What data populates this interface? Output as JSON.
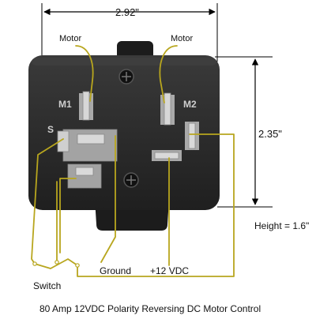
{
  "caption": "80 Amp 12VDC Polarity Reversing DC Motor Control",
  "dimensions": {
    "width": "2.92\"",
    "depth": "2.35\"",
    "height": "Height = 1.6\""
  },
  "terminal_markings": {
    "m1": "M1",
    "m2": "M2",
    "s": "S"
  },
  "wire_labels": {
    "motor_left": "Motor",
    "motor_right": "Motor",
    "switch": "Switch",
    "ground": "Ground",
    "supply": "+12 VDC"
  },
  "colors": {
    "housing": "#2b2b2b",
    "wire": "#b8a61e",
    "dimension_line": "#000000",
    "terminal_metal": "#c9c9c9",
    "terminal_socket": "#a9a9a9"
  }
}
